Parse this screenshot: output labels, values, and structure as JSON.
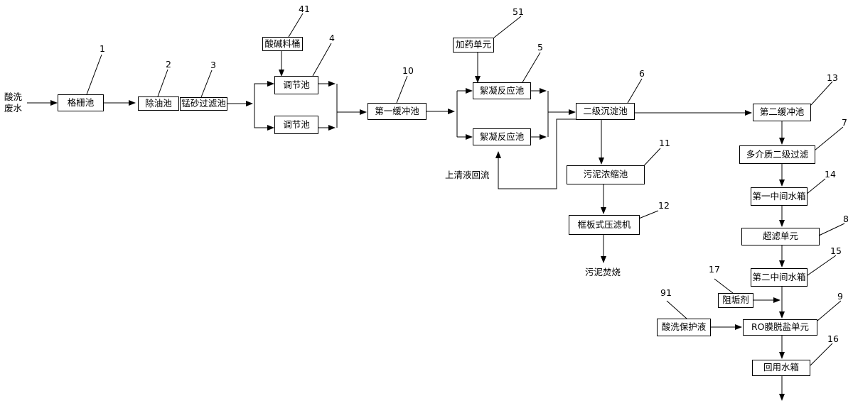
{
  "nodes": {
    "grid_tank": "格栅池",
    "oil_tank": "除油池",
    "mn_filter": "锰砂过滤池",
    "acid_base_bucket": "酸碱料桶",
    "reg_tank_1": "调节池",
    "reg_tank_2": "调节池",
    "buffer_tank_1": "第一缓冲池",
    "dosing_unit": "加药单元",
    "floc_tank_1": "絮凝反应池",
    "floc_tank_2": "絮凝反应池",
    "sec_settling": "二级沉淀池",
    "sludge_thickener": "污泥浓缩池",
    "filter_press": "框板式压滤机",
    "buffer_tank_2": "第二缓冲池",
    "media_filter": "多介质二级过滤",
    "mid_tank_1": "第一中间水箱",
    "uf_unit": "超滤单元",
    "mid_tank_2": "第二中间水箱",
    "antiscalant": "阻垢剂",
    "acid_protect": "酸洗保护液",
    "ro_unit": "RO膜脱盐单元",
    "reuse_tank": "回用水箱"
  },
  "labels": {
    "inlet_line1": "酸洗",
    "inlet_line2": "废水",
    "supernatant": "上清液回流",
    "sludge_incinerate": "污泥焚烧"
  },
  "numbers": {
    "n1": "1",
    "n2": "2",
    "n3": "3",
    "n4": "4",
    "n41": "41",
    "n10": "10",
    "n51": "51",
    "n5": "5",
    "n6": "6",
    "n11": "11",
    "n12": "12",
    "n13": "13",
    "n7": "7",
    "n14": "14",
    "n8": "8",
    "n15": "15",
    "n17": "17",
    "n91": "91",
    "n9": "9",
    "n16": "16"
  },
  "colors": {
    "line": "#000000",
    "background": "#ffffff"
  }
}
